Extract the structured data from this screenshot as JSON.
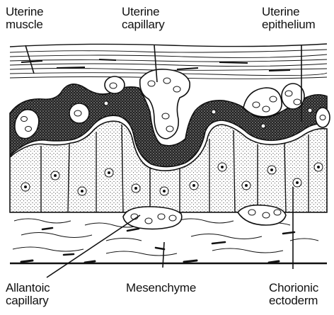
{
  "labels": {
    "uterine_muscle": [
      "Uterine",
      "muscle"
    ],
    "uterine_capillary": [
      "Uterine",
      "capillary"
    ],
    "uterine_epithelium": [
      "Uterine",
      "epithelium"
    ],
    "allantoic_capillary": [
      "Allantoic",
      "capillary"
    ],
    "mesenchyme": [
      "Mesenchyme"
    ],
    "chorionic_ectoderm": [
      "Chorionic",
      "ectoderm"
    ]
  },
  "colors": {
    "ink": "#111111",
    "paper": "#ffffff"
  }
}
